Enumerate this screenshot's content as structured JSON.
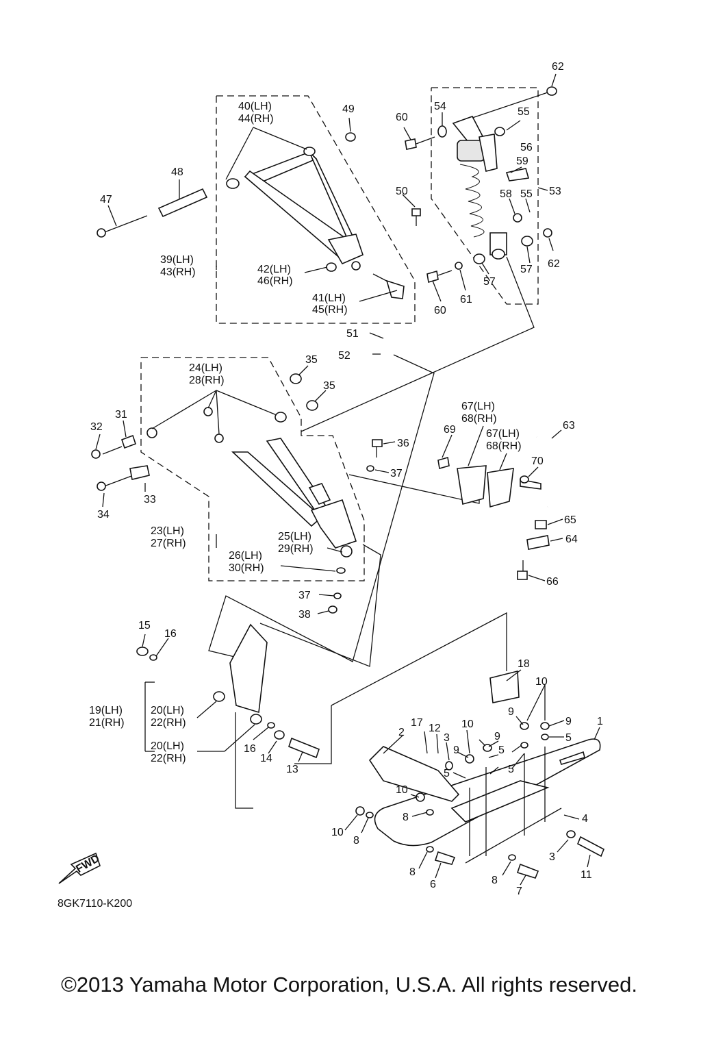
{
  "figure_code": "8GK7110-K200",
  "copyright": "©2013 Yamaha Motor Corporation, U.S.A. All rights reserved.",
  "fwd_label": "FWD",
  "callouts": {
    "c1": "1",
    "c2": "2",
    "c3a": "3",
    "c3b": "3",
    "c4": "4",
    "c5a": "5",
    "c5b": "5",
    "c5c": "5",
    "c5d": "5",
    "c6": "6",
    "c7": "7",
    "c8a": "8",
    "c8b": "8",
    "c8c": "8",
    "c8d": "8",
    "c9a": "9",
    "c9b": "9",
    "c9c": "9",
    "c9d": "9",
    "c10a": "10",
    "c10b": "10",
    "c10c": "10",
    "c10d": "10",
    "c11": "11",
    "c12": "12",
    "c13": "13",
    "c14": "14",
    "c15": "15",
    "c16a": "16",
    "c16b": "16",
    "c17": "17",
    "c18": "18",
    "c19": "19(LH)",
    "c21": "21(RH)",
    "c20a": "20(LH)",
    "c22a": "22(RH)",
    "c20b": "20(LH)",
    "c22b": "22(RH)",
    "c23": "23(LH)",
    "c27": "27(RH)",
    "c24": "24(LH)",
    "c28": "28(RH)",
    "c25": "25(LH)",
    "c29": "29(RH)",
    "c26": "26(LH)",
    "c30": "30(RH)",
    "c31": "31",
    "c32": "32",
    "c33": "33",
    "c34": "34",
    "c35a": "35",
    "c35b": "35",
    "c36": "36",
    "c37a": "37",
    "c37b": "37",
    "c38": "38",
    "c39": "39(LH)",
    "c43": "43(RH)",
    "c40": "40(LH)",
    "c44": "44(RH)",
    "c41": "41(LH)",
    "c45": "45(RH)",
    "c42": "42(LH)",
    "c46": "46(RH)",
    "c47": "47",
    "c48": "48",
    "c49": "49",
    "c50": "50",
    "c51": "51",
    "c52": "52",
    "c53": "53",
    "c54": "54",
    "c55a": "55",
    "c55b": "55",
    "c56": "56",
    "c57a": "57",
    "c57b": "57",
    "c58": "58",
    "c59": "59",
    "c60a": "60",
    "c60b": "60",
    "c61": "61",
    "c62a": "62",
    "c62b": "62",
    "c63": "63",
    "c64": "64",
    "c65": "65",
    "c66": "66",
    "c67a": "67(LH)",
    "c68a": "68(RH)",
    "c67b": "67(LH)",
    "c68b": "68(RH)",
    "c69": "69",
    "c70": "70"
  }
}
